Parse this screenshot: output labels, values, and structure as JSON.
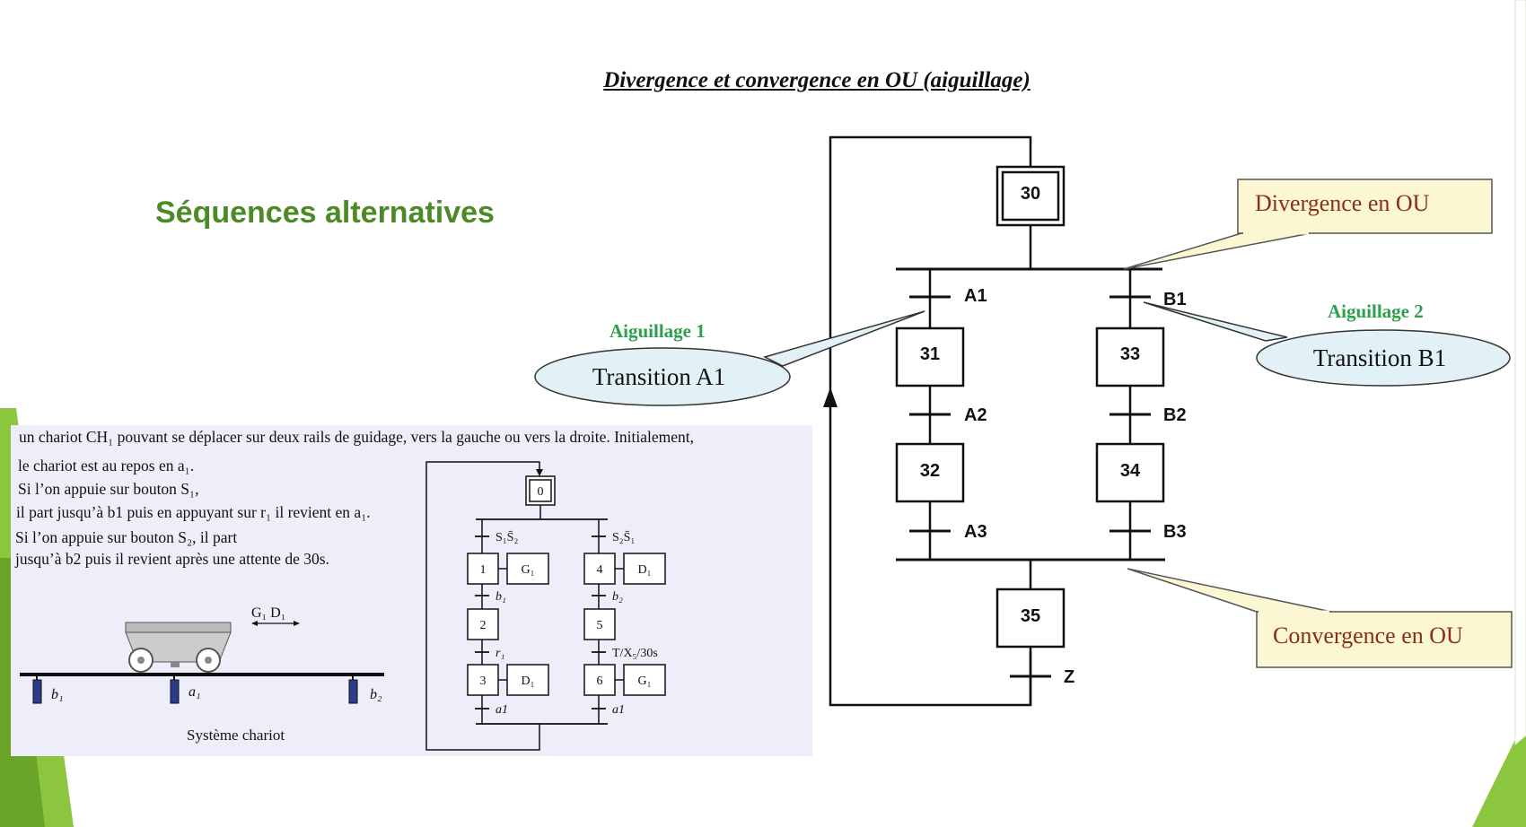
{
  "slide": {
    "title": "Divergence et convergence  en OU (aiguillage)",
    "subtitle": "Séquences alternatives",
    "accent_color": "#4b8a26",
    "callout_fill": "#fbf7d2",
    "ellipse_fill": "#e2f1f5"
  },
  "grafcet": {
    "steps": {
      "s30": "30",
      "s31": "31",
      "s32": "32",
      "s33": "33",
      "s34": "34",
      "s35": "35"
    },
    "transitions": {
      "a1": "A1",
      "a2": "A2",
      "a3": "A3",
      "b1": "B1",
      "b2": "B2",
      "b3": "B3",
      "z": "Z"
    }
  },
  "callouts": {
    "divergence": "Divergence en OU",
    "convergence": "Convergence en OU",
    "aiguillage1": "Aiguillage 1",
    "aiguillage2": "Aiguillage 2",
    "transition_a1": "Transition  A1",
    "transition_b1": "Transition  B1"
  },
  "exercise": {
    "line1": "un chariot CH₁ pouvant se déplacer sur deux rails de guidage, vers la gauche ou vers la droite. Initialement,",
    "line2": "le chariot est au repos en a₁.",
    "line3": "Si l’on appuie sur bouton S₁,",
    "line4": "il part jusqu’à b1 puis en appuyant sur r₁ il revient en a₁.",
    "line5": "Si l’on appuie sur bouton S₂, il part",
    "line6": "jusqu’à b2 puis il revient après une attente de 30s.",
    "caption": "Système chariot",
    "gd_label": "G₁  D₁",
    "sensor_b1": "b₁",
    "sensor_a1": "a₁",
    "sensor_b2": "b₂"
  },
  "small_grafcet": {
    "steps": {
      "s0": "0",
      "s1": "1",
      "s2": "2",
      "s3": "3",
      "s4": "4",
      "s5": "5",
      "s6": "6"
    },
    "actions": {
      "g1_left": "G₁",
      "d1_left": "D₁",
      "d1_right": "D₁",
      "g1_right": "G₁"
    },
    "transitions": {
      "t_s1": "S₁S̄₂",
      "t_s2": "S₂S̄₁",
      "t_b1": "b₁",
      "t_b2": "b₂",
      "t_r1": "r₁",
      "t_timer": "T/X₅/30s",
      "t_a1_left": "a1",
      "t_a1_right": "a1"
    }
  }
}
